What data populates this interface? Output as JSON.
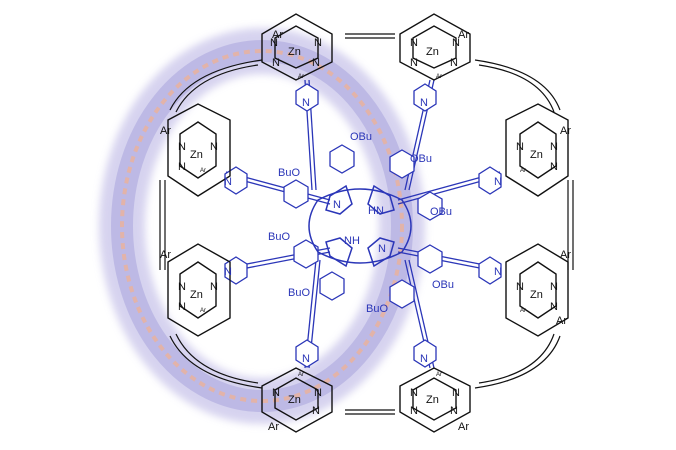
{
  "colors": {
    "background": "#ffffff",
    "frame": "#111111",
    "template": "#2b36b8",
    "halo": "#c9c5ea",
    "halo_edge": "#aaa4dc",
    "halo_core": "#e6b2a2"
  },
  "labels": {
    "metal": "Zn",
    "aryl": "Ar",
    "nitrogen": "N",
    "nh_top": "HN",
    "nh_bottom": "NH",
    "obu": "OBu",
    "buo": "BuO"
  }
}
